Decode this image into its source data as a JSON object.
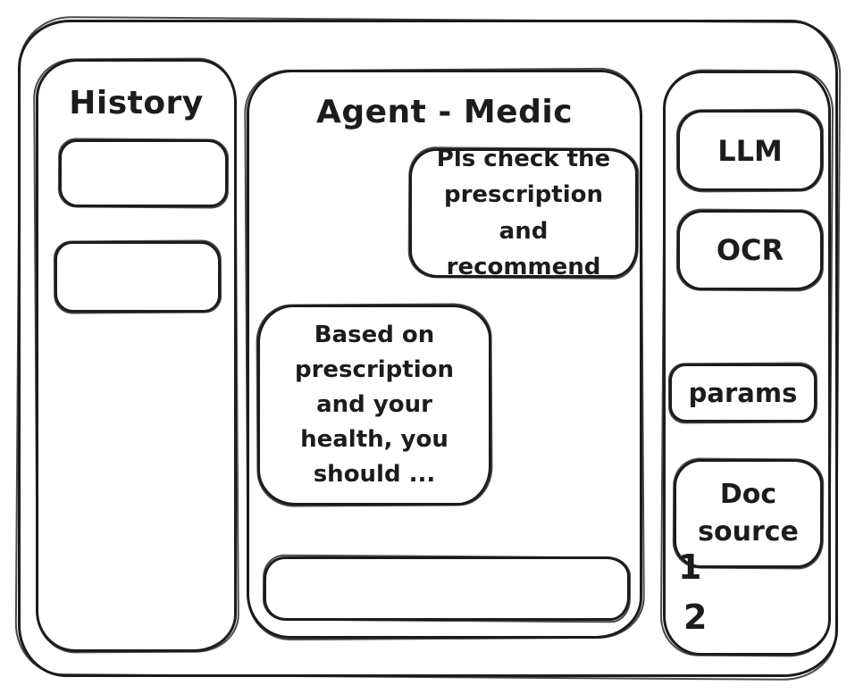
{
  "window": {
    "background": "#ffffff",
    "stroke_color": "#1c1c1c"
  },
  "history_panel": {
    "title": "History",
    "items": [
      {
        "label": ""
      },
      {
        "label": ""
      }
    ]
  },
  "chat_panel": {
    "title": "Agent - Medic",
    "messages": [
      {
        "role": "user",
        "text": "Pls check the prescription and recommend"
      },
      {
        "role": "assistant",
        "text": "Based on prescription and your health, you should ..."
      }
    ],
    "input": {
      "value": "",
      "placeholder": ""
    }
  },
  "tools_panel": {
    "buttons": [
      {
        "label": "LLM"
      },
      {
        "label": "OCR"
      },
      {
        "label": "params"
      },
      {
        "label": "Doc source"
      }
    ],
    "doc_source_list": [
      "1",
      "2"
    ]
  }
}
